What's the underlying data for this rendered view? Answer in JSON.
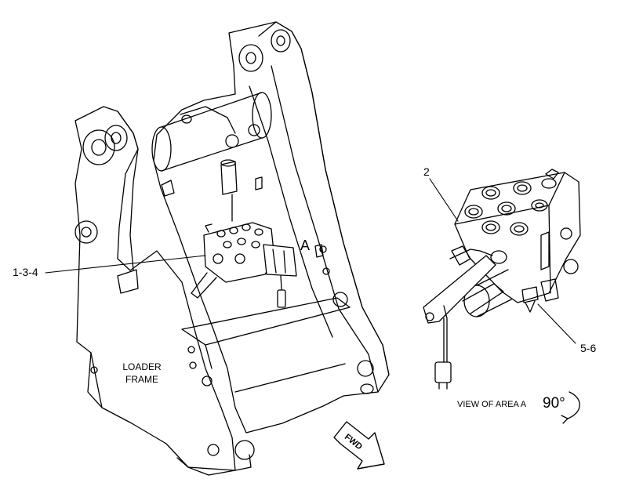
{
  "labels": {
    "callout_1_3_4": "1-3-4",
    "callout_2": "2",
    "callout_5_6": "5-6",
    "area_marker": "A",
    "loader_frame_line1": "LOADER",
    "loader_frame_line2": "FRAME",
    "view_caption": "VIEW OF AREA A",
    "rotation": "90°",
    "direction_arrow": "FWD"
  },
  "colors": {
    "line": "#000000",
    "background": "#ffffff"
  }
}
